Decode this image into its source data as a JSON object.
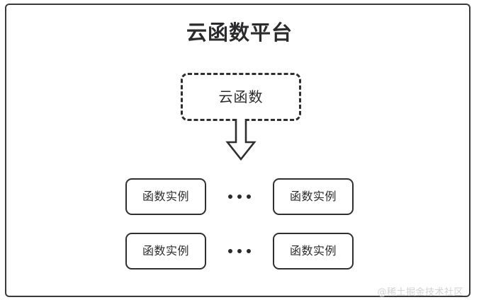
{
  "diagram": {
    "title": "云函数平台",
    "source_node": {
      "label": "云函数",
      "style": "dashed-rounded-rect"
    },
    "connector": {
      "icon": "down-block-arrow-icon",
      "direction": "down"
    },
    "instance_rows": [
      {
        "left_box": {
          "label": "函数实例"
        },
        "separator": {
          "label": "•••",
          "meaning": "ellipsis-more-instances"
        },
        "right_box": {
          "label": "函数实例"
        }
      },
      {
        "left_box": {
          "label": "函数实例"
        },
        "separator": {
          "label": "•••",
          "meaning": "ellipsis-more-instances"
        },
        "right_box": {
          "label": "函数实例"
        }
      }
    ],
    "watermark": "@稀土掘金技术社区",
    "colors": {
      "stroke": "#2f2f31",
      "outer_border": "#3a3a3c",
      "text": "#2b2b2d",
      "background": "#ffffff",
      "watermark": "#d2d2d2"
    }
  }
}
